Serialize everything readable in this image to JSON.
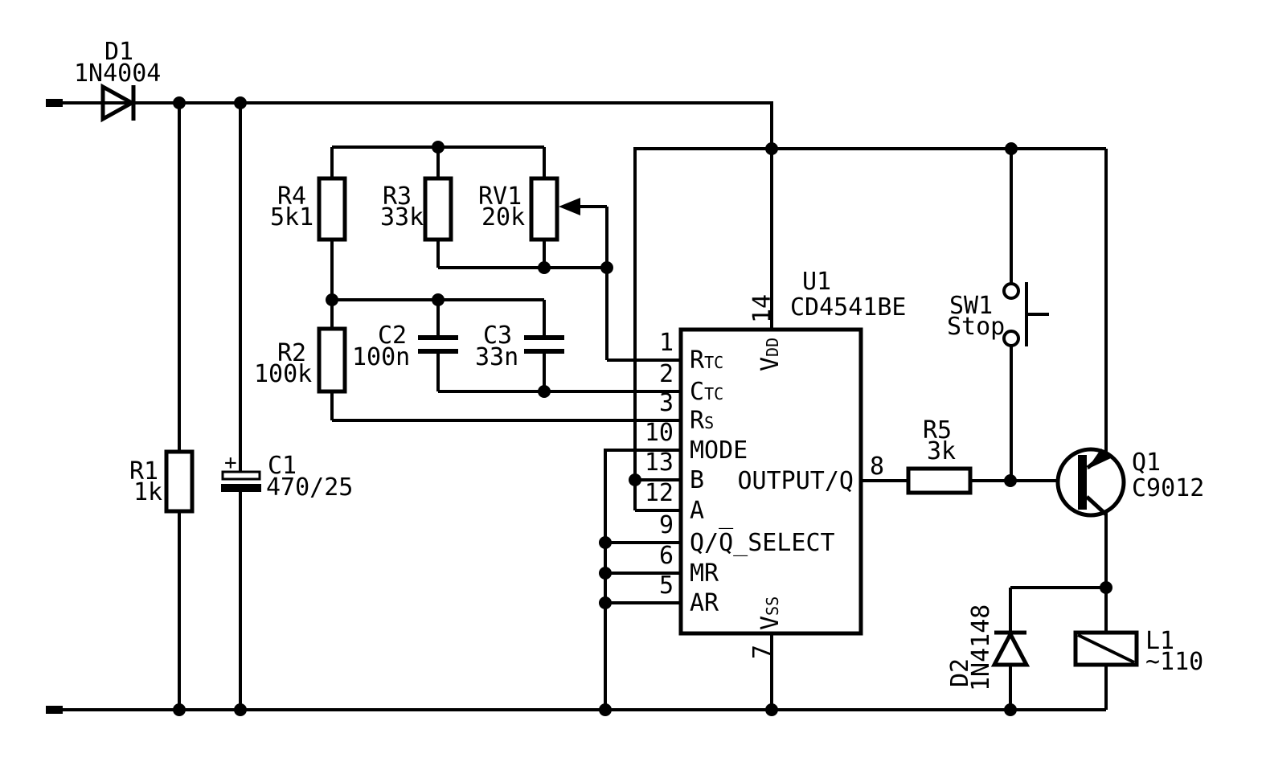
{
  "components": {
    "d1": {
      "ref": "D1",
      "value": "1N4004"
    },
    "r1": {
      "ref": "R1",
      "value": "1k"
    },
    "c1": {
      "ref": "C1",
      "value": "470/25",
      "polarity": "+"
    },
    "r4": {
      "ref": "R4",
      "value": "5k1"
    },
    "r3": {
      "ref": "R3",
      "value": "33k"
    },
    "rv1": {
      "ref": "RV1",
      "value": "20k"
    },
    "r2": {
      "ref": "R2",
      "value": "100k"
    },
    "c2": {
      "ref": "C2",
      "value": "100n"
    },
    "c3": {
      "ref": "C3",
      "value": "33n"
    },
    "u1": {
      "ref": "U1",
      "value": "CD4541BE"
    },
    "r5": {
      "ref": "R5",
      "value": "3k"
    },
    "sw1": {
      "ref": "SW1",
      "value": "Stop"
    },
    "q1": {
      "ref": "Q1",
      "value": "C9012"
    },
    "d2": {
      "ref": "D2",
      "value": "1N4148"
    },
    "l1": {
      "ref": "L1",
      "value": "~110"
    }
  },
  "ic": {
    "pins_left": [
      {
        "num": "1",
        "main": "R",
        "sub": "TC"
      },
      {
        "num": "2",
        "main": "C",
        "sub": "TC"
      },
      {
        "num": "3",
        "main": "R",
        "sub": "S"
      },
      {
        "num": "10",
        "main": "MODE",
        "sub": ""
      },
      {
        "num": "13",
        "main": "B",
        "sub": ""
      },
      {
        "num": "12",
        "main": "A",
        "sub": ""
      },
      {
        "num": "9",
        "main": "Q/Q̅_SELECT",
        "sub": ""
      },
      {
        "num": "6",
        "main": "MR",
        "sub": ""
      },
      {
        "num": "5",
        "main": "AR",
        "sub": ""
      }
    ],
    "pin_output": {
      "num": "8",
      "label": "OUTPUT/Q"
    },
    "pin_vdd": {
      "num": "14",
      "main": "V",
      "sub": "DD"
    },
    "pin_vss": {
      "num": "7",
      "main": "V",
      "sub": "SS"
    }
  }
}
